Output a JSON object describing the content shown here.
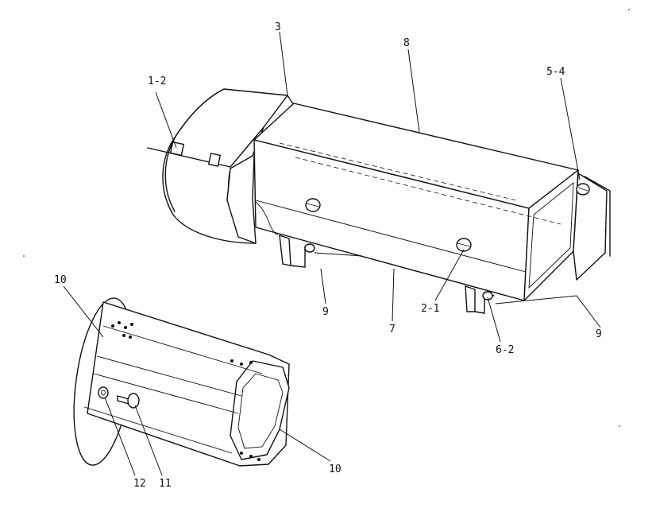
{
  "callouts": {
    "c_1_2": "1-2",
    "c_3": "3",
    "c_8": "8",
    "c_5_4": "5-4",
    "c_9_left": "9",
    "c_7": "7",
    "c_2_1": "2-1",
    "c_9_right": "9",
    "c_6_2": "6-2",
    "c_10_top": "10",
    "c_10_bottom": "10",
    "c_12": "12",
    "c_11": "11"
  },
  "colors": {
    "line": "#111111",
    "background": "#ffffff"
  }
}
